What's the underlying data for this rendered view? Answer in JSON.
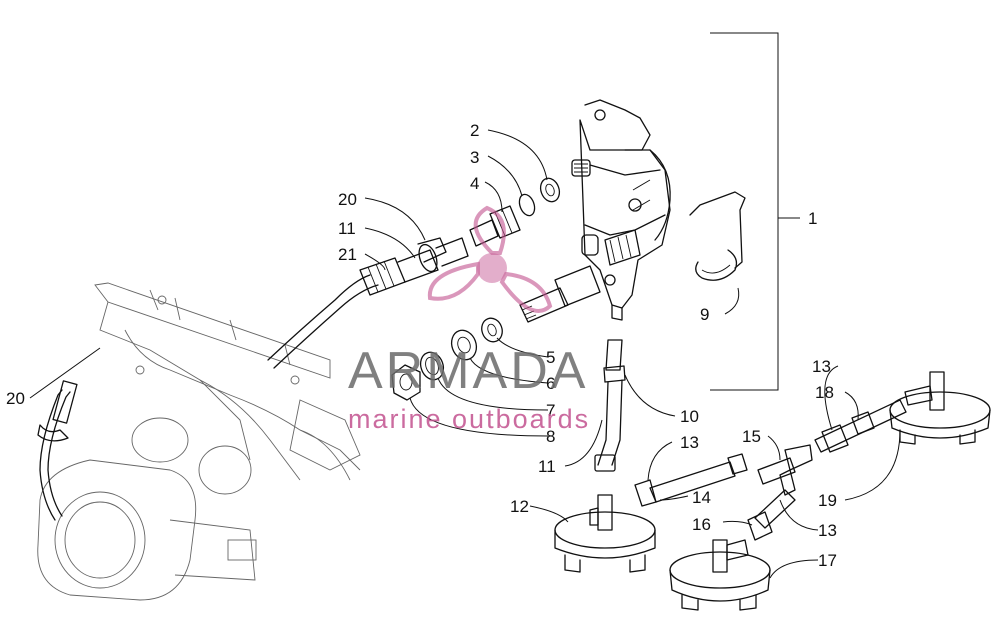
{
  "callouts": {
    "c1": "1",
    "c2": "2",
    "c3": "3",
    "c4": "4",
    "c5": "5",
    "c6": "6",
    "c7": "7",
    "c8": "8",
    "c9": "9",
    "c10": "10",
    "c11a": "11",
    "c11b": "11",
    "c12": "12",
    "c13a": "13",
    "c13b": "13",
    "c13c": "13",
    "c14": "14",
    "c15": "15",
    "c16": "16",
    "c17": "17",
    "c18": "18",
    "c19": "19",
    "c20a": "20",
    "c20b": "20",
    "c21": "21"
  },
  "watermark": {
    "brand": "ARMADA",
    "tagline": "marine outboards",
    "logo_icon": "propeller-icon",
    "brand_color": "#6b6b6b",
    "accent_color": "#c2528f"
  }
}
